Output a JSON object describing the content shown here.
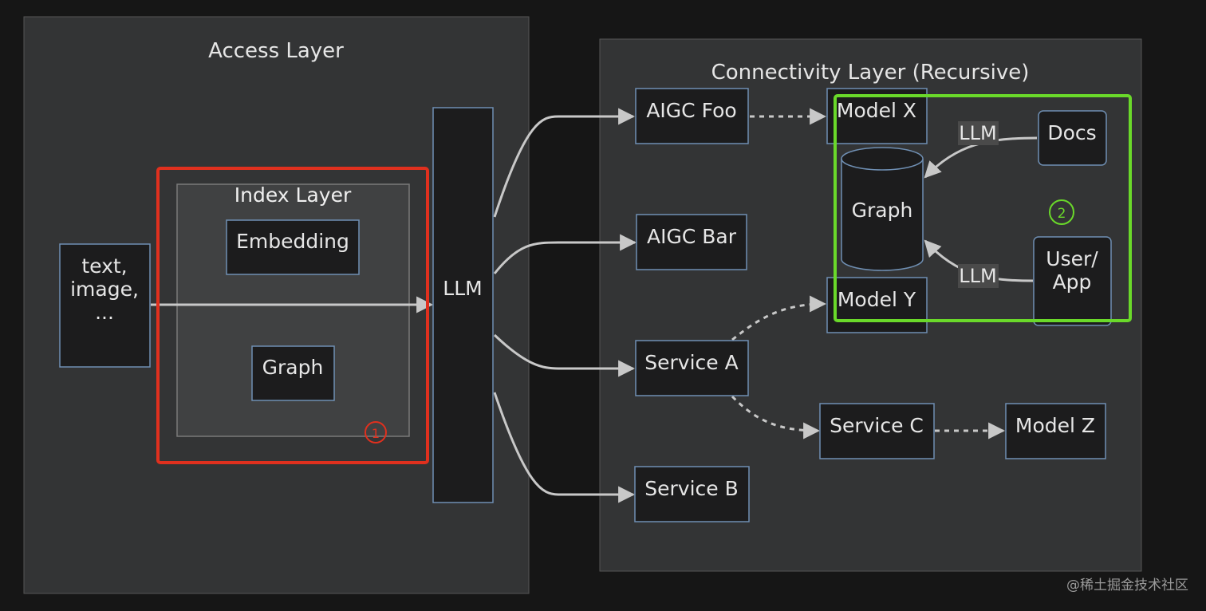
{
  "layers": {
    "access_layer": "Access Layer",
    "index_layer": "Index Layer",
    "connectivity_layer": "Connectivity Layer (Recursive)"
  },
  "nodes": {
    "input_line1": "text,",
    "input_line2": "image,",
    "input_line3": "...",
    "embedding": "Embedding",
    "index_graph": "Graph",
    "llm": "LLM",
    "aigc_foo": "AIGC Foo",
    "aigc_bar": "AIGC Bar",
    "service_a": "Service A",
    "service_b": "Service B",
    "service_c": "Service C",
    "model_x": "Model X",
    "model_y": "Model Y",
    "model_z": "Model Z",
    "graph_db": "Graph",
    "docs": "Docs",
    "user_app_line1": "User/",
    "user_app_line2": "App"
  },
  "edge_labels": {
    "docs_to_graph": "LLM",
    "user_to_graph": "LLM"
  },
  "markers": {
    "marker_1": "1",
    "marker_2": "2"
  },
  "colors": {
    "background": "#161616",
    "panel": "#333435",
    "node_fill": "#1c1c1d",
    "node_border": "#6f8fb3",
    "edge": "#c8c8c8",
    "highlight_red": "#e0301e",
    "highlight_green": "#6ad92a"
  },
  "watermark": "@稀土掘金技术社区"
}
